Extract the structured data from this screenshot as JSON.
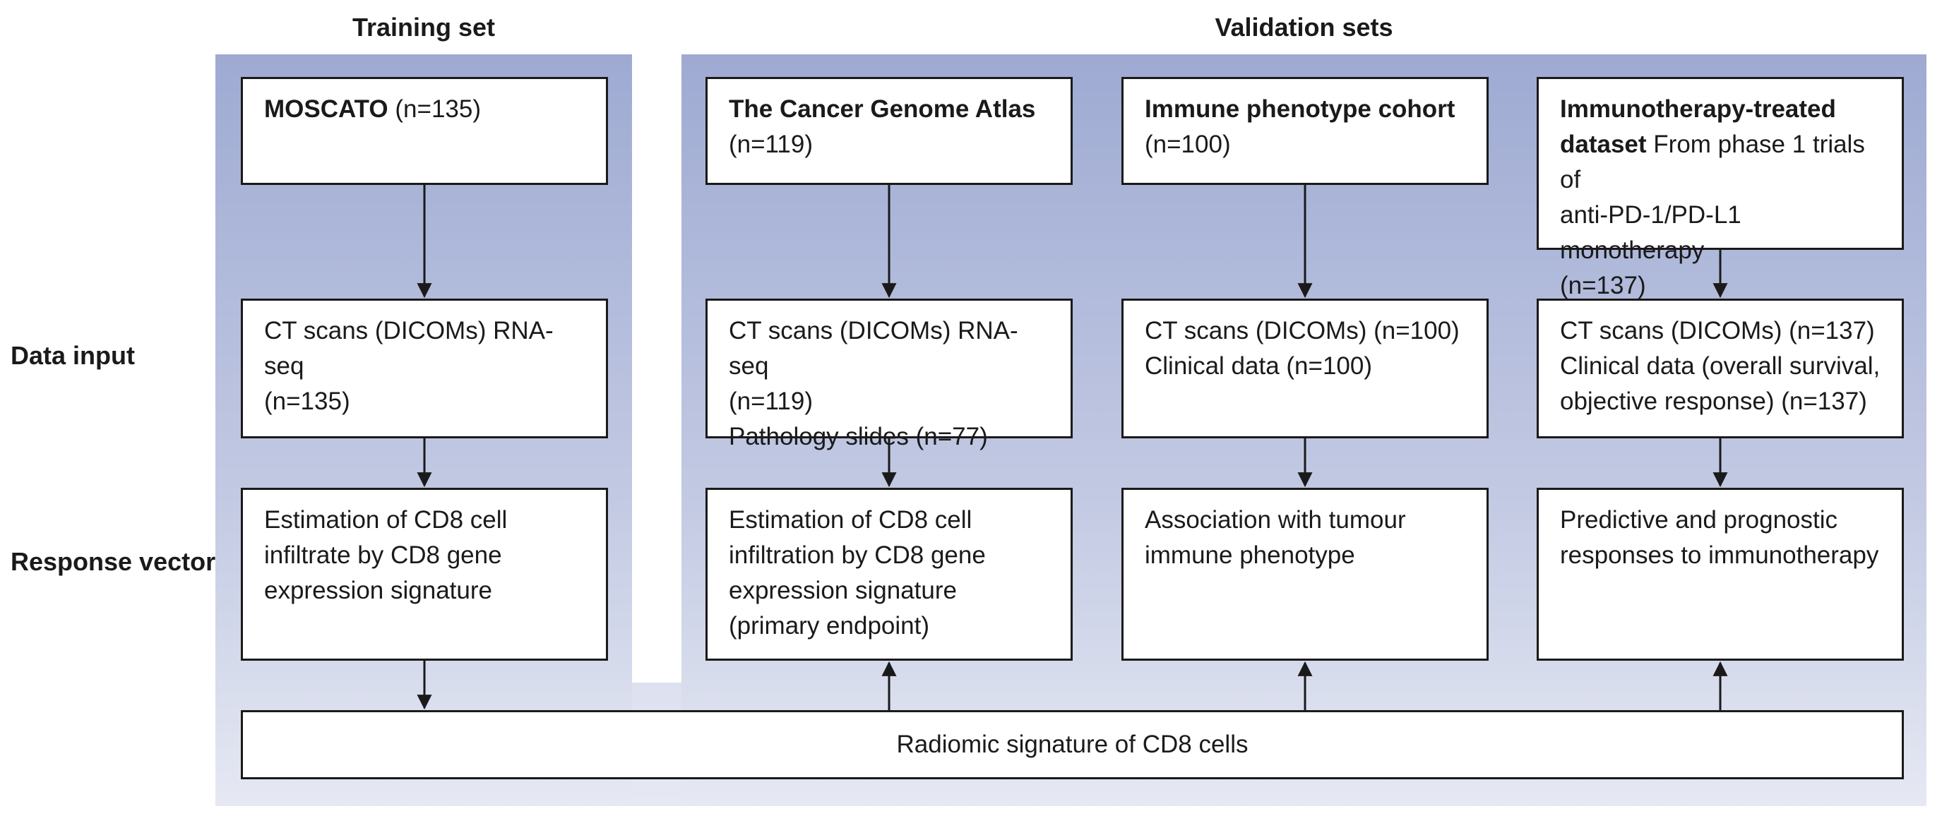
{
  "sections": {
    "training": "Training set",
    "validation": "Validation sets"
  },
  "rows": {
    "data_input": "Data input",
    "response_vector": "Response vector"
  },
  "cohorts": {
    "moscato": {
      "name": "MOSCATO",
      "n": "(n=135)",
      "data": [
        "CT scans (DICOMs) RNA-seq",
        "(n=135)"
      ],
      "response": [
        "Estimation of CD8 cell",
        "infiltrate by CD8 gene",
        "expression signature"
      ]
    },
    "tcga": {
      "name": "The Cancer Genome Atlas",
      "n": "(n=119)",
      "data": [
        "CT scans (DICOMs) RNA-seq",
        "(n=119)",
        "Pathology slides (n=77)"
      ],
      "response": [
        "Estimation of CD8 cell",
        "infiltration by CD8 gene",
        "expression signature",
        "(primary endpoint)"
      ]
    },
    "immune": {
      "name": "Immune phenotype cohort",
      "n": "(n=100)",
      "data": [
        "CT scans (DICOMs) (n=100)",
        "Clinical data (n=100)"
      ],
      "response": [
        "Association with tumour",
        "immune phenotype"
      ]
    },
    "immuno": {
      "name_line1": "Immunotherapy-treated",
      "name_line2": "dataset",
      "desc_line2": " From phase 1 trials of",
      "desc_line3": "anti-PD-1/PD-L1 monotherapy",
      "n": "(n=137)",
      "data": [
        "CT scans (DICOMs) (n=137)",
        "Clinical data (overall survival,",
        "objective response) (n=137)"
      ],
      "response": [
        "Predictive and prognostic",
        "responses to immunotherapy"
      ]
    }
  },
  "signature": "Radiomic signature of CD8 cells",
  "colors": {
    "panel_top": "#9eaad2",
    "panel_bottom": "#e6e9f3",
    "border": "#1a1a1a"
  }
}
